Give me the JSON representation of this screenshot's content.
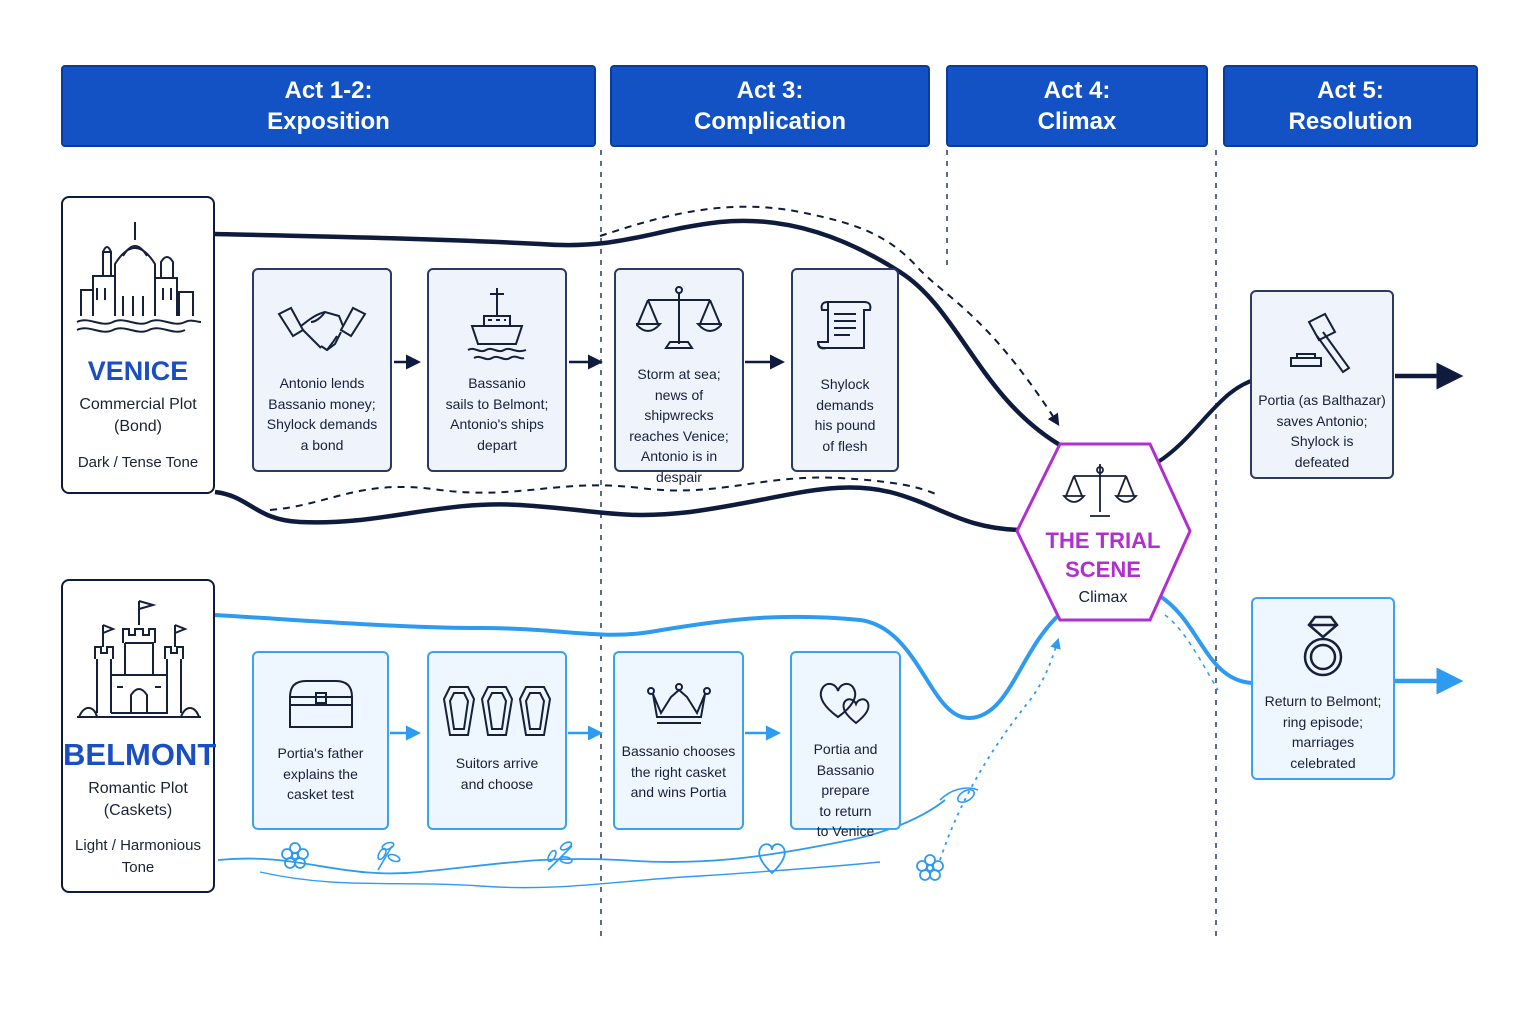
{
  "acts": [
    {
      "line1": "Act 1-2:",
      "line2": "Exposition"
    },
    {
      "line1": "Act 3:",
      "line2": "Complication"
    },
    {
      "line1": "Act 4:",
      "line2": "Climax"
    },
    {
      "line1": "Act 5:",
      "line2": "Resolution"
    }
  ],
  "venice": {
    "title": "VENICE",
    "plot_line1": "Commercial Plot",
    "plot_line2": "(Bond)",
    "tone": "Dark / Tense Tone"
  },
  "belmont": {
    "title": "BELMONT",
    "plot_line1": "Romantic Plot",
    "plot_line2": "(Caskets)",
    "tone_line1": "Light / Harmonious",
    "tone_line2": "Tone"
  },
  "venice_events": [
    {
      "icon": "handshake-icon",
      "lines": [
        "Antonio lends",
        "Bassanio money;",
        "Shylock demands",
        "a bond"
      ]
    },
    {
      "icon": "ship-icon",
      "lines": [
        "Bassanio",
        "sails to Belmont;",
        "Antonio's ships",
        "depart"
      ]
    },
    {
      "icon": "scales-icon",
      "lines": [
        "Storm at sea;",
        "news of shipwrecks",
        "reaches Venice;",
        "Antonio is in",
        "despair"
      ]
    },
    {
      "icon": "scroll-icon",
      "lines": [
        "Shylock demands",
        "his pound",
        "of flesh"
      ]
    }
  ],
  "belmont_events": [
    {
      "icon": "chest-icon",
      "lines": [
        "Portia's father",
        "explains the",
        "casket test"
      ]
    },
    {
      "icon": "caskets-icon",
      "lines": [
        "Suitors arrive",
        "and choose"
      ]
    },
    {
      "icon": "crown-icon",
      "lines": [
        "Bassanio chooses",
        "the right casket",
        "and wins Portia"
      ]
    },
    {
      "icon": "hearts-icon",
      "lines": [
        "Portia and",
        "Bassanio prepare",
        "to return",
        "to Venice"
      ]
    }
  ],
  "climax": {
    "line1": "THE TRIAL",
    "line2": "SCENE",
    "sub": "Climax"
  },
  "resolution": [
    {
      "icon": "gavel-icon",
      "lines": [
        "Portia (as Balthazar)",
        "saves Antonio;",
        "Shylock is",
        "defeated"
      ]
    },
    {
      "icon": "ring-icon",
      "lines": [
        "Return to Belmont;",
        "ring episode;",
        "marriages",
        "celebrated"
      ]
    }
  ],
  "colors": {
    "act_header": "#1252c4",
    "venice_line": "#0e1b3d",
    "belmont_line": "#2f9bf0",
    "venice_title": "#1a4fc4",
    "climax": "#b12fd0"
  }
}
